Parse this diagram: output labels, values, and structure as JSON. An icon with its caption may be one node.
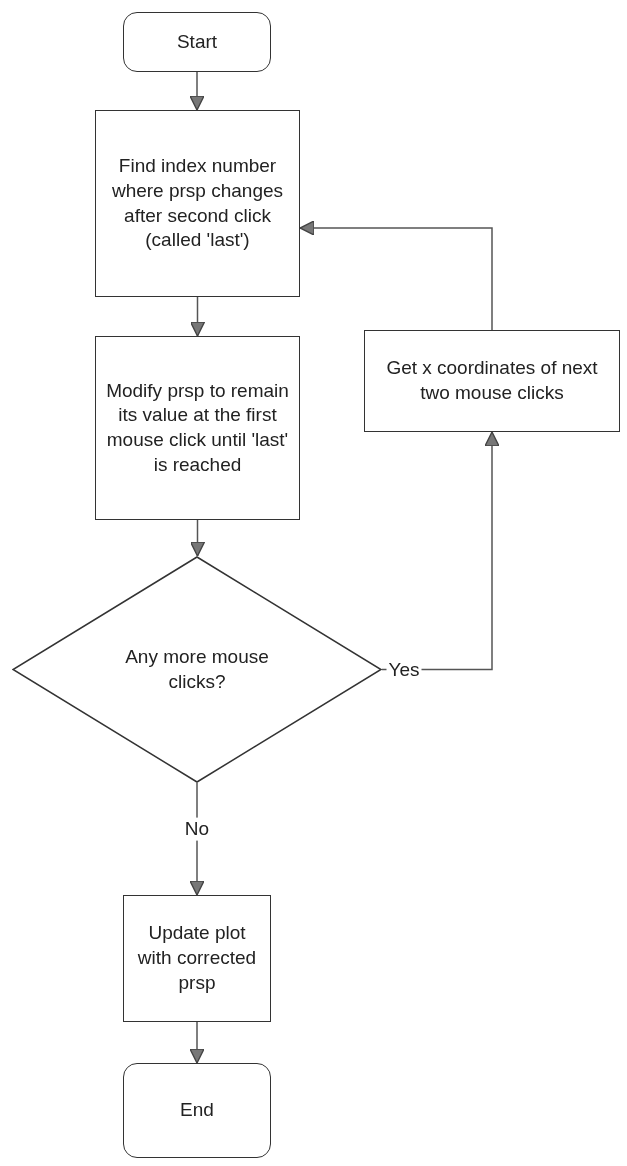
{
  "diagram": {
    "nodes": [
      {
        "text": [
          "Start"
        ]
      },
      {
        "text": [
          "Find index number where prsp changes after second click (called 'last')"
        ]
      },
      {
        "text": [
          "Modify prsp to remain its value at the first mouse click until 'last' is reached"
        ]
      },
      {
        "text": [
          "Any more mouse clicks?"
        ]
      },
      {
        "text": [
          "Get x coordinates of next two mouse clicks"
        ]
      },
      {
        "text": [
          "Update plot with corrected prsp"
        ]
      },
      {
        "text": [
          "End"
        ]
      }
    ],
    "edges": [
      {
        "from": 0,
        "to": 1,
        "arrow": "to"
      },
      {
        "from": 1,
        "to": 2,
        "arrow": "to"
      },
      {
        "from": 2,
        "to": 3,
        "arrow": "to"
      },
      {
        "from": 3,
        "to": 4,
        "arrow": "to",
        "label": "Yes"
      },
      {
        "from": 4,
        "to": 1,
        "arrow": "to"
      },
      {
        "from": 3,
        "to": 5,
        "arrow": "to",
        "label": "No"
      },
      {
        "from": 5,
        "to": 6,
        "arrow": "to"
      }
    ]
  }
}
